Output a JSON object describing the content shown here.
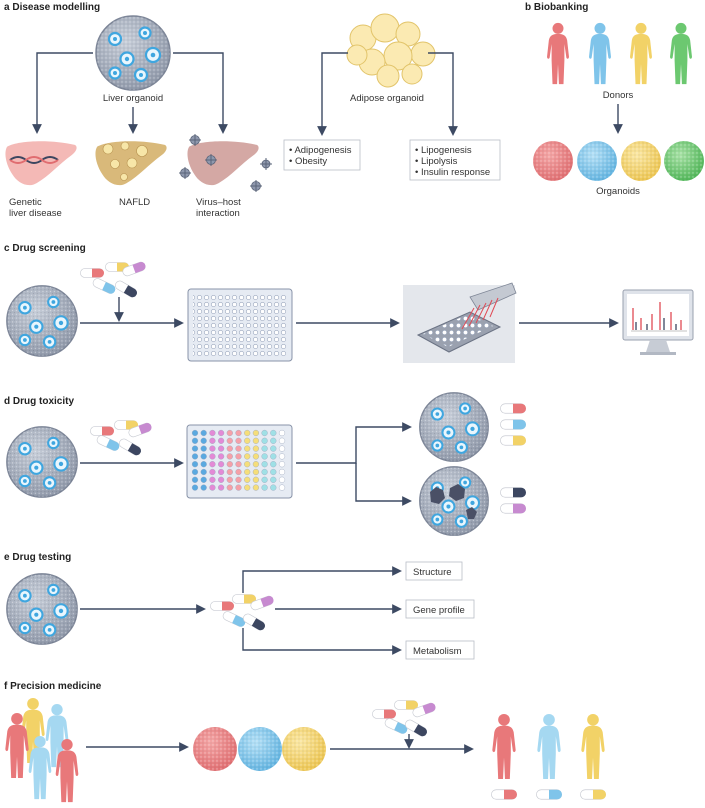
{
  "sections": {
    "a": {
      "letter": "a",
      "title": "Disease modelling"
    },
    "b": {
      "letter": "b",
      "title": "Biobanking"
    },
    "c": {
      "letter": "c",
      "title": "Drug screening"
    },
    "d": {
      "letter": "d",
      "title": "Drug toxicity"
    },
    "e": {
      "letter": "e",
      "title": "Drug testing"
    },
    "f": {
      "letter": "f",
      "title": "Precision medicine"
    }
  },
  "disease_modelling": {
    "liver_organoid": "Liver organoid",
    "adipose_organoid": "Adipose organoid",
    "genetic_line1": "Genetic",
    "genetic_line2": "liver disease",
    "nafld": "NAFLD",
    "virus_line1": "Virus–host",
    "virus_line2": "interaction",
    "adipose_left": [
      "• Adipogenesis",
      "• Obesity"
    ],
    "adipose_right": [
      "• Lipogenesis",
      "• Lipolysis",
      "• Insulin response"
    ]
  },
  "biobanking": {
    "donors": "Donors",
    "organoids": "Organoids"
  },
  "drug_testing": {
    "structure": "Structure",
    "gene_profile": "Gene profile",
    "metabolism": "Metabolism"
  },
  "colors": {
    "arrow": "#3d4a63",
    "red": "#e8787a",
    "blue": "#7fc4ea",
    "yellow": "#f2d267",
    "green": "#6cc870",
    "purple": "#c78ad0",
    "navy": "#3c4660",
    "organoid": "#a9b2c2",
    "cell": "#3fa6df"
  },
  "icons": [
    "organoid-icon",
    "liver-icon",
    "adipose-organoid-icon",
    "person-icon",
    "capsule-icon",
    "well-plate-icon",
    "plate-reader-icon",
    "monitor-chart-icon",
    "virus-icon"
  ]
}
